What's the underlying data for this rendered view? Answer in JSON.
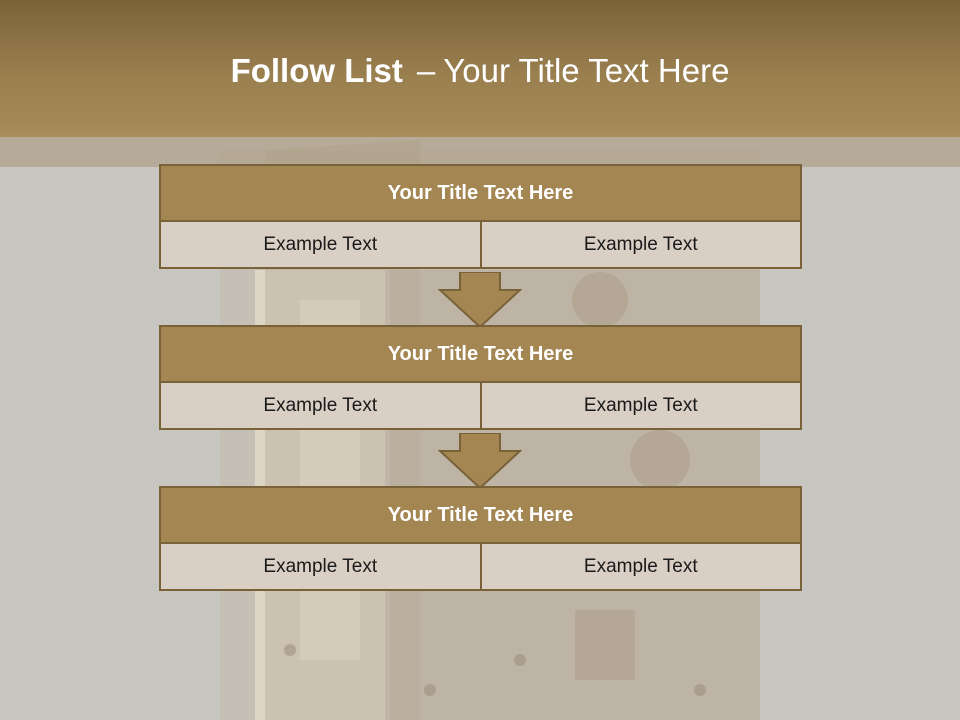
{
  "header": {
    "title_bold": "Follow List",
    "title_separator": "–",
    "title_rest": "Your Title Text Here"
  },
  "blocks": [
    {
      "title": "Your Title Text Here",
      "left": "Example Text",
      "right": "Example Text"
    },
    {
      "title": "Your Title Text Here",
      "left": "Example Text",
      "right": "Example Text"
    },
    {
      "title": "Your Title Text Here",
      "left": "Example Text",
      "right": "Example Text"
    }
  ],
  "colors": {
    "header_brown": "#9a7f4f",
    "block_title_fill": "#a38652",
    "block_border": "#7a6238",
    "cell_fill": "#d9cfc4",
    "page_background": "#c8c6c1"
  },
  "icons": [
    "vault-door-illustration",
    "down-arrow-icon"
  ]
}
